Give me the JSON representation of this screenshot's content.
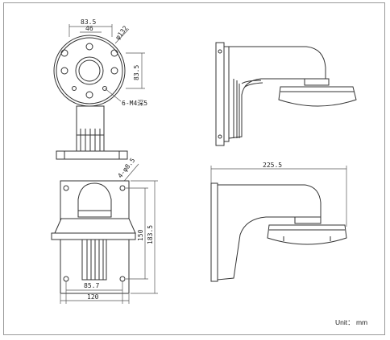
{
  "top_view": {
    "dim_width": "83.5",
    "dim_inner": "46",
    "dim_diameter": "φ132",
    "dim_height": "83.5",
    "hole_note": "6-M4深5"
  },
  "front_view": {
    "dim_hole": "4-φ8.5",
    "dim_150": "150",
    "dim_183": "183.5",
    "dim_bottom_spacing": "85.7",
    "dim_width": "120"
  },
  "side_view": {
    "dim_length": "225.5"
  },
  "unit_label": "Unit： mm"
}
